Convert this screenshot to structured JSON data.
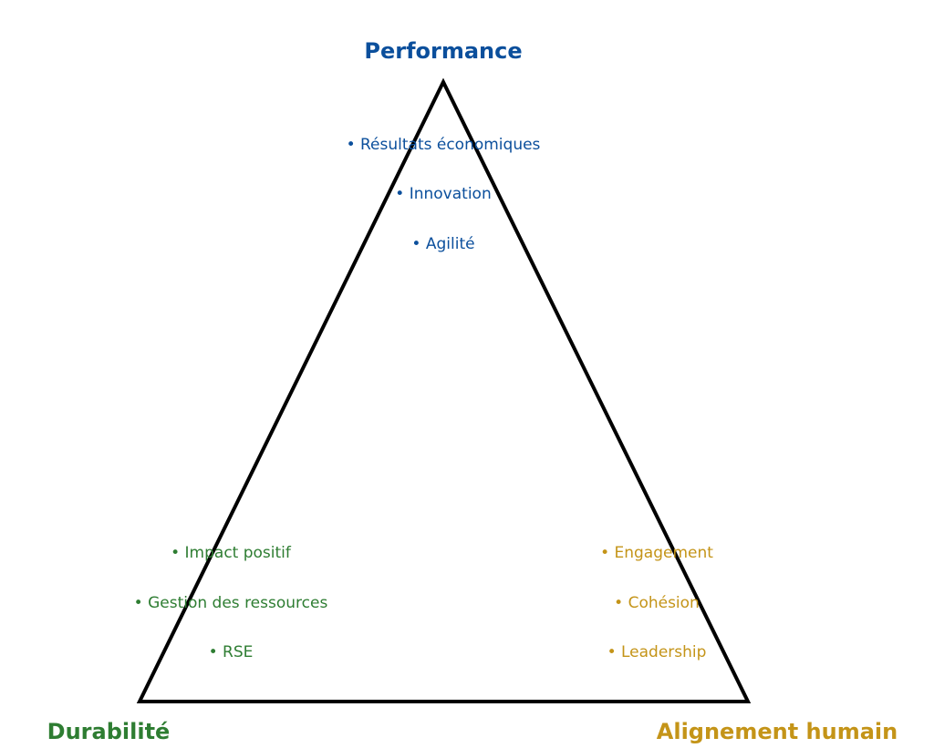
{
  "colors": {
    "performance": "#0b4f9c",
    "durabilite": "#2e7d32",
    "alignement": "#c49418",
    "outline": "#000000"
  },
  "performance": {
    "title": "Performance",
    "items": [
      "• Résultats économiques",
      "• Innovation",
      "• Agilité"
    ]
  },
  "durabilite": {
    "title": "Durabilité",
    "items": [
      "• Impact positif",
      "• Gestion des ressources",
      "• RSE"
    ]
  },
  "alignement": {
    "title": "Alignement humain",
    "items": [
      "• Engagement",
      "• Cohésion",
      "• Leadership"
    ]
  }
}
